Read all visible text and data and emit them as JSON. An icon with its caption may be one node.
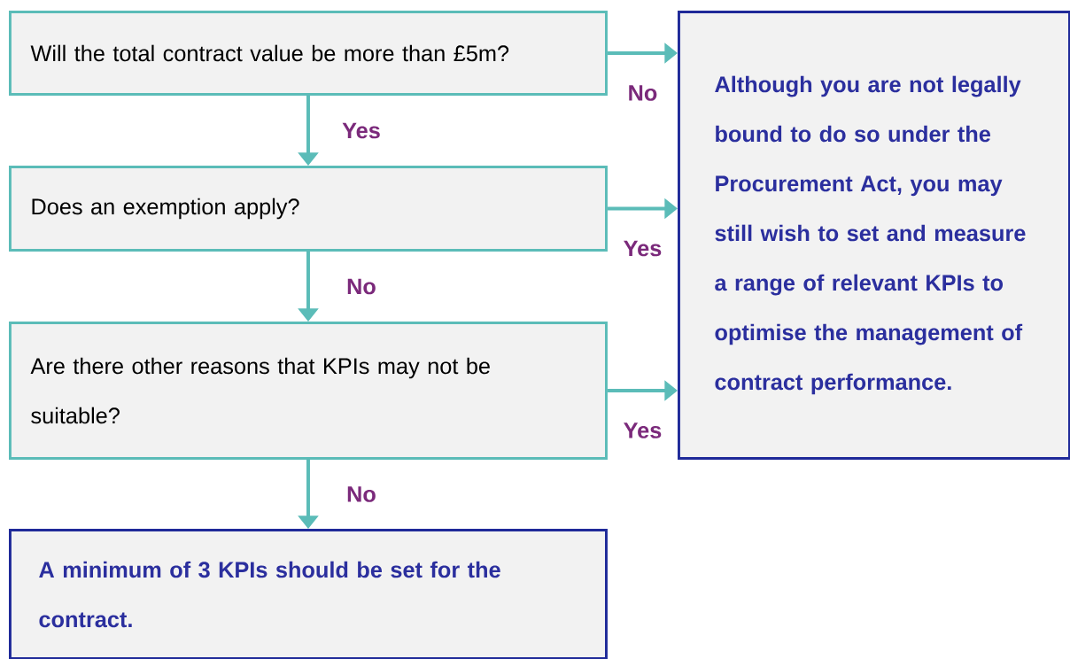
{
  "diagram": {
    "nodes": [
      {
        "text": [
          "Will the total contract value be more than £5m?"
        ]
      },
      {
        "text": [
          "Does an exemption apply?"
        ]
      },
      {
        "text": [
          "Are there other reasons that KPIs may not be suitable?"
        ]
      },
      {
        "text": [
          "Although you are not legally bound to do so under the Procurement Act, you may still wish to set and measure a range of relevant KPIs to optimise the management of contract performance."
        ]
      },
      {
        "text": [
          "A minimum of 3 KPIs should be set for the contract."
        ]
      }
    ],
    "edges": [
      {
        "from": 0,
        "to": 3,
        "arrow": "to",
        "label": "No"
      },
      {
        "from": 0,
        "to": 1,
        "arrow": "to",
        "label": "Yes"
      },
      {
        "from": 1,
        "to": 3,
        "arrow": "to",
        "label": "Yes"
      },
      {
        "from": 1,
        "to": 2,
        "arrow": "to",
        "label": "No"
      },
      {
        "from": 2,
        "to": 3,
        "arrow": "to",
        "label": "Yes"
      },
      {
        "from": 2,
        "to": 4,
        "arrow": "to",
        "label": "No"
      }
    ]
  }
}
